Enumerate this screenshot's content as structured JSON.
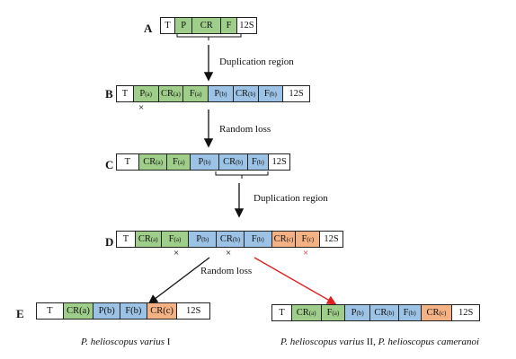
{
  "rows": {
    "A": {
      "label": "A",
      "genes": [
        {
          "name": "T",
          "sub": "",
          "color": "white"
        },
        {
          "name": "P",
          "sub": "",
          "color": "green"
        },
        {
          "name": "CR",
          "sub": "",
          "color": "green"
        },
        {
          "name": "F",
          "sub": "",
          "color": "green"
        },
        {
          "name": "12S",
          "sub": "",
          "color": "white"
        }
      ]
    },
    "B": {
      "label": "B",
      "genes": [
        {
          "name": "T",
          "sub": "",
          "color": "white"
        },
        {
          "name": "P",
          "sub": "(a)",
          "color": "green"
        },
        {
          "name": "CR",
          "sub": "(a)",
          "color": "green"
        },
        {
          "name": "F",
          "sub": "(a)",
          "color": "green"
        },
        {
          "name": "P",
          "sub": "(b)",
          "color": "blue"
        },
        {
          "name": "CR",
          "sub": "(b)",
          "color": "blue"
        },
        {
          "name": "F",
          "sub": "(b)",
          "color": "blue"
        },
        {
          "name": "12S",
          "sub": "",
          "color": "white"
        }
      ]
    },
    "C": {
      "label": "C",
      "genes": [
        {
          "name": "T",
          "sub": "",
          "color": "white"
        },
        {
          "name": "CR",
          "sub": "(a)",
          "color": "green"
        },
        {
          "name": "F",
          "sub": "(a)",
          "color": "green"
        },
        {
          "name": "P",
          "sub": "(b)",
          "color": "blue"
        },
        {
          "name": "CR",
          "sub": "(b)",
          "color": "blue"
        },
        {
          "name": "F",
          "sub": "(b)",
          "color": "blue"
        },
        {
          "name": "12S",
          "sub": "",
          "color": "white"
        }
      ]
    },
    "D": {
      "label": "D",
      "genes": [
        {
          "name": "T",
          "sub": "",
          "color": "white"
        },
        {
          "name": "CR",
          "sub": "(a)",
          "color": "green"
        },
        {
          "name": "F",
          "sub": "(a)",
          "color": "green"
        },
        {
          "name": "P",
          "sub": "(b)",
          "color": "blue"
        },
        {
          "name": "CR",
          "sub": "(b)",
          "color": "blue"
        },
        {
          "name": "F",
          "sub": "(b)",
          "color": "blue"
        },
        {
          "name": "CR",
          "sub": "(c)",
          "color": "orange"
        },
        {
          "name": "F",
          "sub": "(c)",
          "color": "orange"
        },
        {
          "name": "12S",
          "sub": "",
          "color": "white"
        }
      ]
    },
    "E1": {
      "label": "E",
      "genes": [
        {
          "name": "T",
          "sub": "",
          "color": "white"
        },
        {
          "name": "CR(a)",
          "sub": "",
          "color": "green"
        },
        {
          "name": "P(b)",
          "sub": "",
          "color": "blue"
        },
        {
          "name": "F(b)",
          "sub": "",
          "color": "blue"
        },
        {
          "name": "CR(c)",
          "sub": "",
          "color": "orange"
        },
        {
          "name": "12S",
          "sub": "",
          "color": "white"
        }
      ]
    },
    "E2": {
      "label": "",
      "genes": [
        {
          "name": "T",
          "sub": "",
          "color": "white"
        },
        {
          "name": "CR",
          "sub": "(a)",
          "color": "green"
        },
        {
          "name": "F",
          "sub": "(a)",
          "color": "green"
        },
        {
          "name": "P",
          "sub": "(b)",
          "color": "blue"
        },
        {
          "name": "CR",
          "sub": "(b)",
          "color": "blue"
        },
        {
          "name": "F",
          "sub": "(b)",
          "color": "blue"
        },
        {
          "name": "CR",
          "sub": "(c)",
          "color": "orange"
        },
        {
          "name": "12S",
          "sub": "",
          "color": "white"
        }
      ]
    }
  },
  "steps": {
    "dup1": "Duplication region",
    "loss1": "Random loss",
    "dup2": "Duplication region",
    "loss2": "Random loss"
  },
  "marks": {
    "cross": "×"
  },
  "captions": {
    "left_italic": "P. helioscopus varius",
    "left_plain": " I",
    "right_italic1": "P. helioscopus varius",
    "right_plain1": " II, ",
    "right_italic2": "P. helioscopus cameranoi"
  },
  "colors": {
    "green": "#9fce8a",
    "blue": "#9cc3e6",
    "orange": "#f4b183",
    "red_arrow": "#e02020",
    "black": "#111111"
  }
}
